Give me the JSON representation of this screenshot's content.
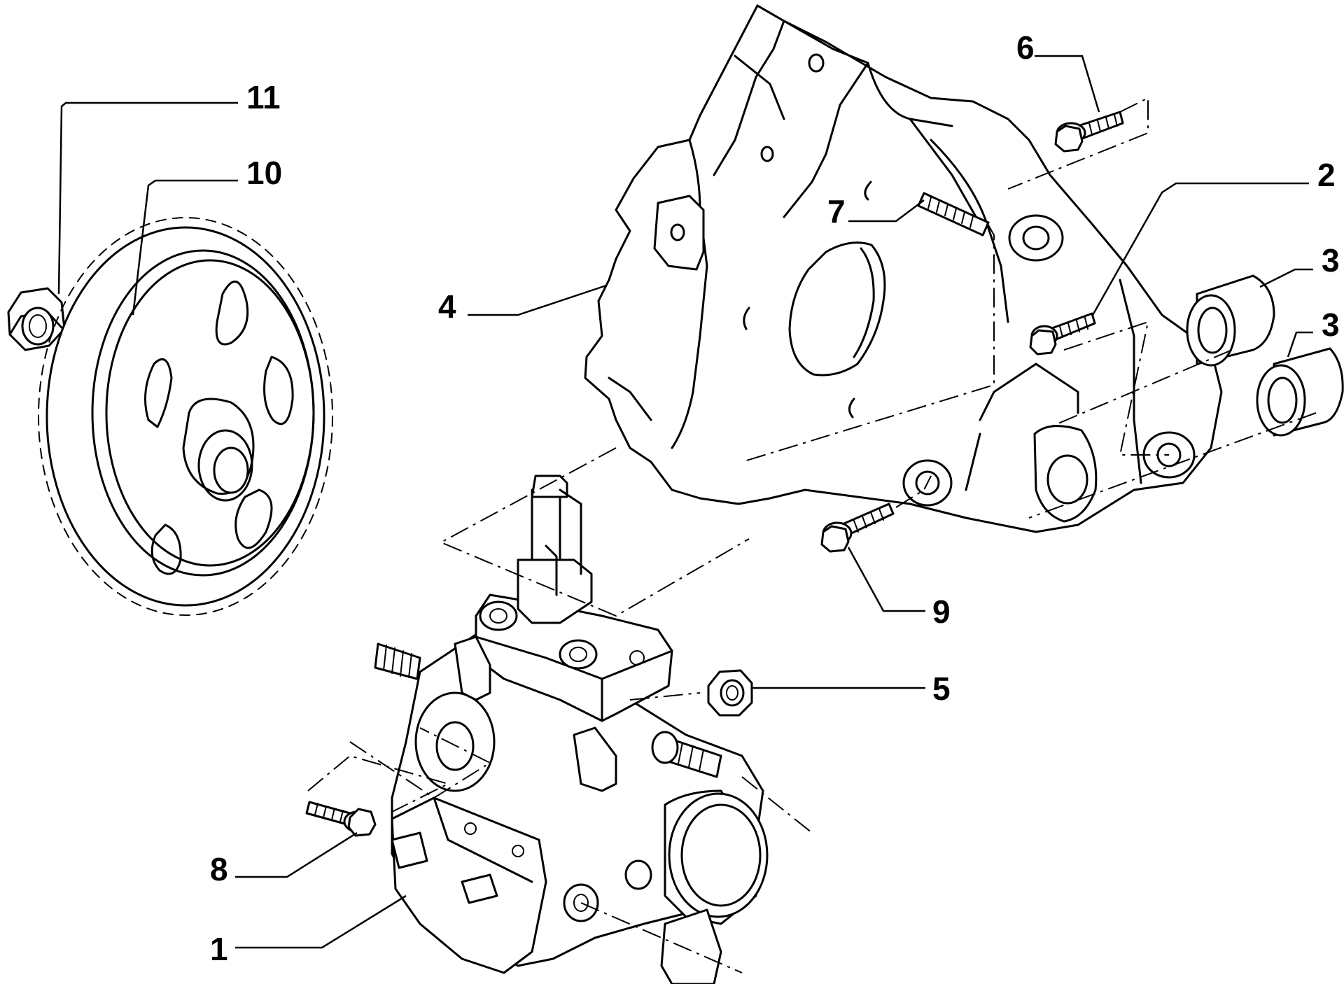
{
  "callouts": [
    {
      "id": "11",
      "label": "11"
    },
    {
      "id": "10",
      "label": "10"
    },
    {
      "id": "6",
      "label": "6"
    },
    {
      "id": "7",
      "label": "7"
    },
    {
      "id": "2",
      "label": "2"
    },
    {
      "id": "3a",
      "label": "3"
    },
    {
      "id": "3b",
      "label": "3"
    },
    {
      "id": "4",
      "label": "4"
    },
    {
      "id": "9",
      "label": "9"
    },
    {
      "id": "5",
      "label": "5"
    },
    {
      "id": "8",
      "label": "8"
    },
    {
      "id": "1",
      "label": "1"
    }
  ]
}
